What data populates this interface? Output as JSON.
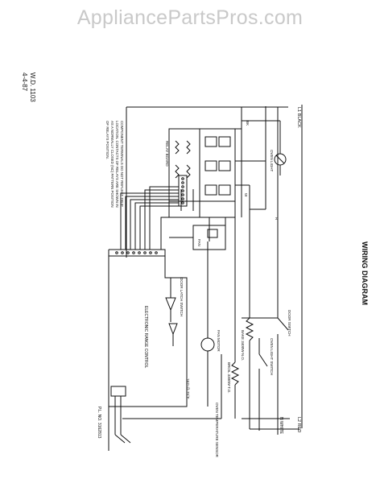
{
  "watermark": "AppliancePartsPros.com",
  "doc": {
    "id": "W.D. 1103",
    "date": "4-4-87",
    "title": "WIRING DIAGRAM"
  },
  "note": {
    "l1": "COMPONENT TERMINALS DO NOT REFLECT TRUE",
    "l2": "LOCATION. CONTACTS OF RELAYS ARE SHOWN IN",
    "l3": "AS A NORMALLY CLOSED (NC) PATTERN POSITION",
    "l4": "OF RELAYS POSITION."
  },
  "lines": {
    "black": "L1 BLACK",
    "red": "L2 RED",
    "white": "N WHITE"
  },
  "labels": {
    "oven_light": "OVEN LIGHT",
    "door_switch": "DOOR SWITCH",
    "oven_light_switch": "OVEN LIGHT SWITCH",
    "bake_element": "BAKE 3400W-N.O.",
    "broil_element": "BROIL 3300W-T.O.",
    "fan_motor": "FAN MOTOR",
    "oven_temp_sensor": "OVEN TEMPERATURE SENSOR",
    "door_latch_switch": "DOOR LATCH SWITCH",
    "electronic_control": "ELECTRONIC RANGE CONTROL",
    "relay_board": "RELAY BOARD",
    "fan": "FAN",
    "pl_no": "P.L. NO. 3162813",
    "resistance": "1KΩ @ 75°F",
    "bk": "BK",
    "r": "R",
    "w": "W"
  }
}
